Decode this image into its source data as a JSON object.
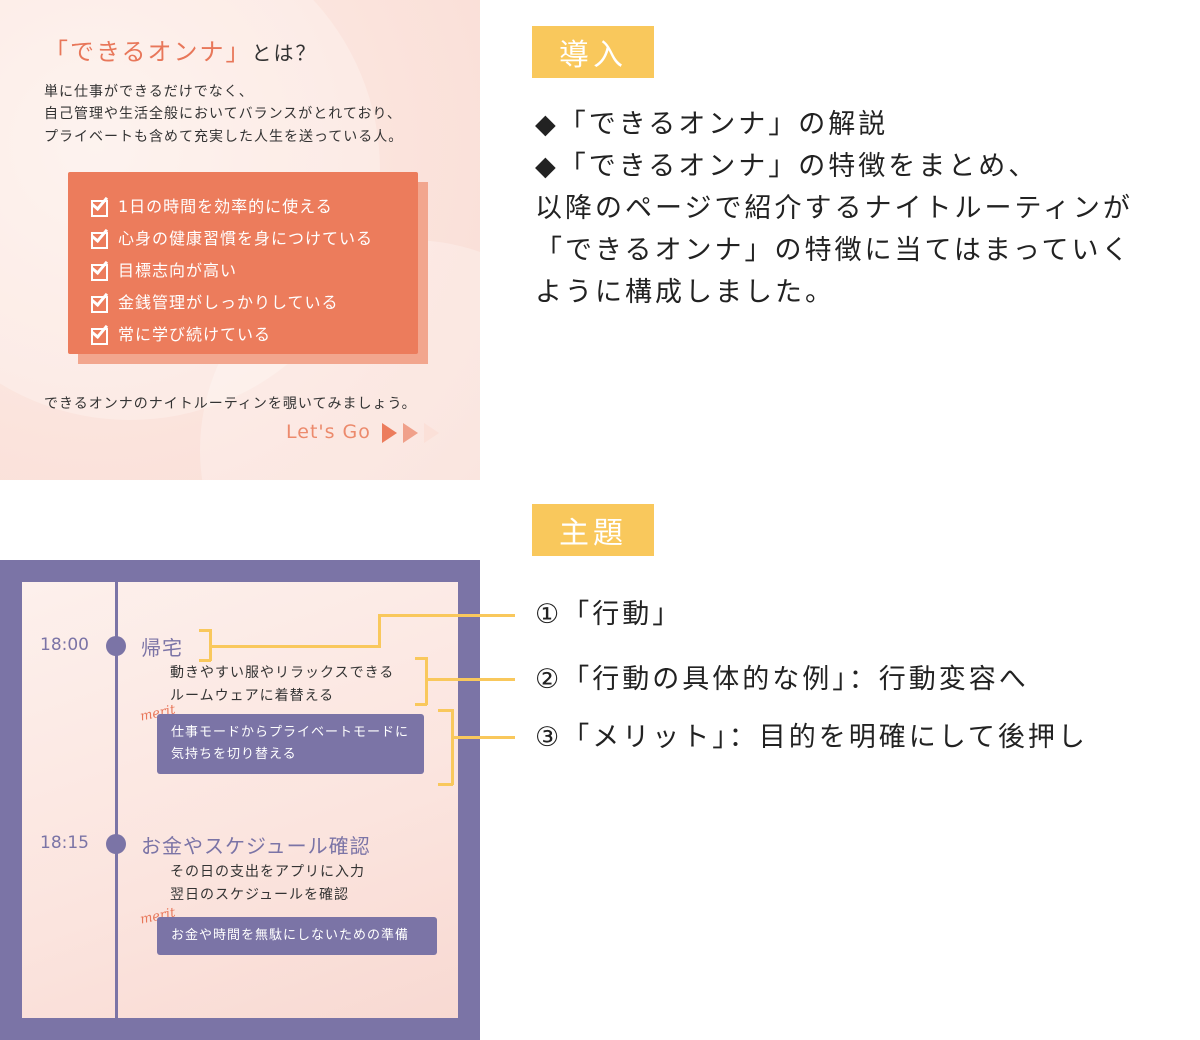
{
  "intro_panel": {
    "title": "「できるオンナ」",
    "title_suffix": "とは？",
    "paragraph": [
      "単に仕事ができるだけでなく、",
      "自己管理や生活全般においてバランスがとれており、",
      "プライベートも含めて充実した人生を送っている人。"
    ],
    "checklist": [
      "1日の時間を効率的に使える",
      "心身の健康習慣を身につけている",
      "目標志向が高い",
      "金銭管理がしっかりしている",
      "常に学び続けている"
    ],
    "footer": "できるオンナのナイトルーティンを覗いてみましょう。",
    "cta": "Let's Go"
  },
  "timeline_panel": {
    "entries": [
      {
        "time": "18:00",
        "title": "帰宅",
        "details": [
          "動きやすい服やリラックスできる",
          "ルームウェアに着替える"
        ],
        "merit_label": "merit",
        "merit": [
          "仕事モードからプライベートモードに",
          "気持ちを切り替える"
        ]
      },
      {
        "time": "18:15",
        "title": "お金やスケジュール確認",
        "details": [
          "その日の支出をアプリに入力",
          "翌日のスケジュールを確認"
        ],
        "merit_label": "merit",
        "merit": [
          "お金や時間を無駄にしないための準備"
        ]
      }
    ]
  },
  "sections": {
    "intro": {
      "label": "導入",
      "lines": [
        "◆「できるオンナ」の解説",
        "◆「できるオンナ」の特徴をまとめ、",
        "以降のページで紹介するナイトルーティンが",
        "「できるオンナ」の特徴に当てはまっていく",
        "ように構成しました。"
      ]
    },
    "theme": {
      "label": "主題",
      "points": [
        "①「行動」",
        "②「行動の具体的な例」：行動変容へ",
        "③「メリット」：目的を明確にして後押し"
      ]
    }
  },
  "colors": {
    "accent_orange": "#ec7c5c",
    "purple": "#7b74a6",
    "label_yellow": "#f9c85c"
  }
}
